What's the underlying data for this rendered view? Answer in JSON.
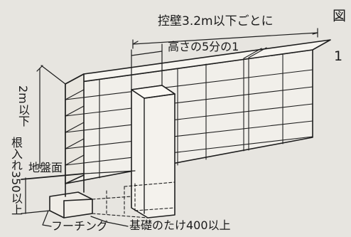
{
  "figure": {
    "id_vertical": "図",
    "number": "1"
  },
  "labels": {
    "buttress_spacing": "控壁3.2m以下ごとに",
    "buttress_projection": "高さの5分の1",
    "wall_height": "2m以下",
    "embedment_depth": "根入れ350以上",
    "ground_level": "地盤面",
    "footing": "フーチング",
    "foundation_height": "基礎のたけ400以上"
  }
}
